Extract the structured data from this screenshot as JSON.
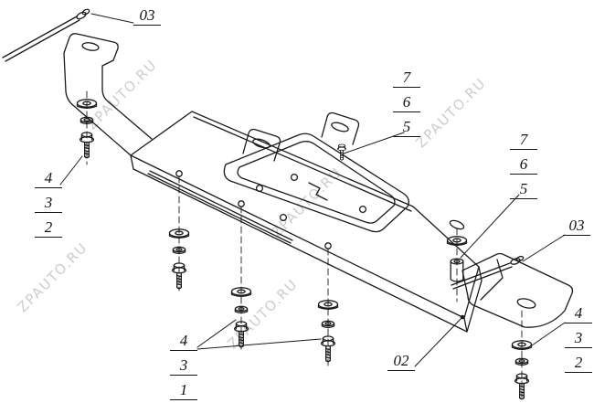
{
  "drawing": {
    "type": "exploded-view installation diagram (skid plate with brackets and fasteners)",
    "background": "#ffffff",
    "line_color": "#1a1a1a"
  },
  "watermark": {
    "text": "ZPAUTO.RU",
    "color": "#c7c7c7"
  },
  "callouts": {
    "top_left_bracket": {
      "label": "03"
    },
    "right_bracket": {
      "label": "03"
    },
    "skid_plate": {
      "label": "02"
    },
    "left_fastener_stack": {
      "labels": [
        "4",
        "3",
        "2"
      ]
    },
    "bottom_fastener_stacks": {
      "labels": [
        "4",
        "3",
        "1"
      ]
    },
    "bottom_right_fastener_stack": {
      "labels": [
        "4",
        "3",
        "2"
      ]
    },
    "mid_fastener_stack": {
      "labels": [
        "7",
        "6",
        "5"
      ]
    },
    "right_fastener_stack": {
      "labels": [
        "7",
        "6",
        "5"
      ]
    }
  }
}
